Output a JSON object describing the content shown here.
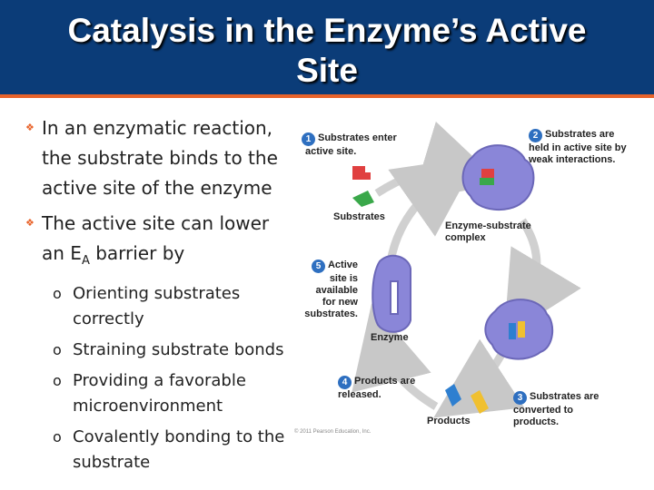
{
  "colors": {
    "title_bg": "#0b3c78",
    "accent": "#e8632a",
    "enzyme": "#8a86d8",
    "step_badge": "#2e6fc0"
  },
  "slide": {
    "title_line1": "Catalysis in the Enzyme’s Active",
    "title_line2": "Site",
    "bullets": [
      {
        "line1": "In an enzymatic reaction,",
        "line2": "the substrate binds to the",
        "line3": "active site of the enzyme"
      },
      {
        "line1": "The active site can lower",
        "line2_pre": "an E",
        "line2_sub": "A",
        "line2_post": " barrier by"
      }
    ],
    "sub_bullets": [
      {
        "line1": "Orienting substrates",
        "line2": "correctly"
      },
      {
        "line1": "Straining substrate bonds"
      },
      {
        "line1": "Providing a favorable",
        "line2": "microenvironment"
      },
      {
        "line1": "Covalently bonding to the",
        "line2": "substrate"
      }
    ],
    "sub_marker": "o"
  },
  "diagram": {
    "step1": {
      "num": "1",
      "line1": "Substrates enter",
      "line2": "active site."
    },
    "step2": {
      "num": "2",
      "line1": "Substrates are",
      "line2": "held in active site by",
      "line3": "weak interactions."
    },
    "step3": {
      "num": "3",
      "line1": "Substrates are",
      "line2": "converted to",
      "line3": "products."
    },
    "step4": {
      "num": "4",
      "line1": "Products are",
      "line2": "released."
    },
    "step5": {
      "num": "5",
      "line1": "Active",
      "line2": "site is",
      "line3": "available",
      "line4": "for new",
      "line5": "substrates."
    },
    "substrates_label": "Substrates",
    "complex_label_line1": "Enzyme-substrate",
    "complex_label_line2": "complex",
    "enzyme_label": "Enzyme",
    "products_label": "Products",
    "copyright": "© 2011 Pearson Education, Inc."
  }
}
